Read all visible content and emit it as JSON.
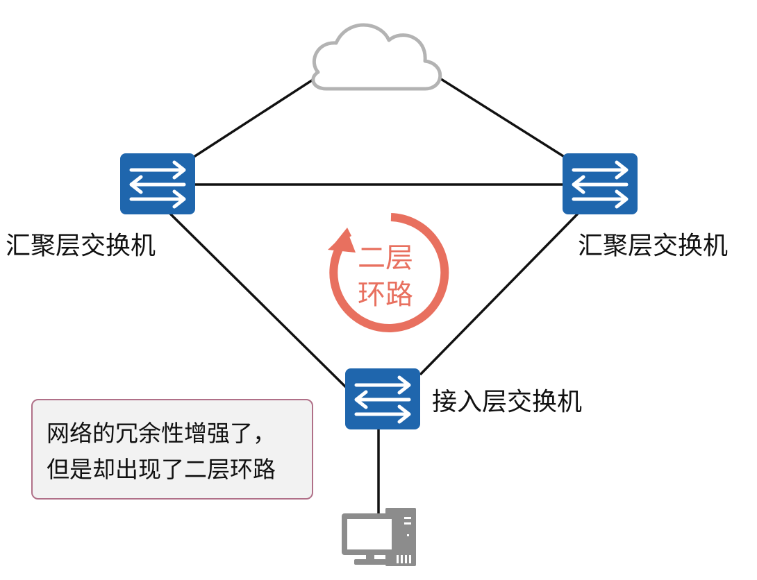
{
  "nodes": {
    "aggregation_left": {
      "label": "汇聚层交换机",
      "icon": "switch-icon"
    },
    "aggregation_right": {
      "label": "汇聚层交换机",
      "icon": "switch-icon"
    },
    "access": {
      "label": "接入层交换机",
      "icon": "switch-icon"
    },
    "cloud": {
      "icon": "cloud-icon"
    },
    "pc": {
      "icon": "computer-icon"
    }
  },
  "loop": {
    "line1": "二层",
    "line2": "环路",
    "color": "#e8705f"
  },
  "note": {
    "line1": "网络的冗余性增强了，",
    "line2": "但是却出现了二层环路"
  },
  "colors": {
    "switch_fill": "#1f66ad",
    "cloud_stroke": "#b3b3b3",
    "pc_fill": "#8c8c8c",
    "link": "#111111",
    "note_bg": "#f2f2f2",
    "note_border": "#b07088"
  }
}
